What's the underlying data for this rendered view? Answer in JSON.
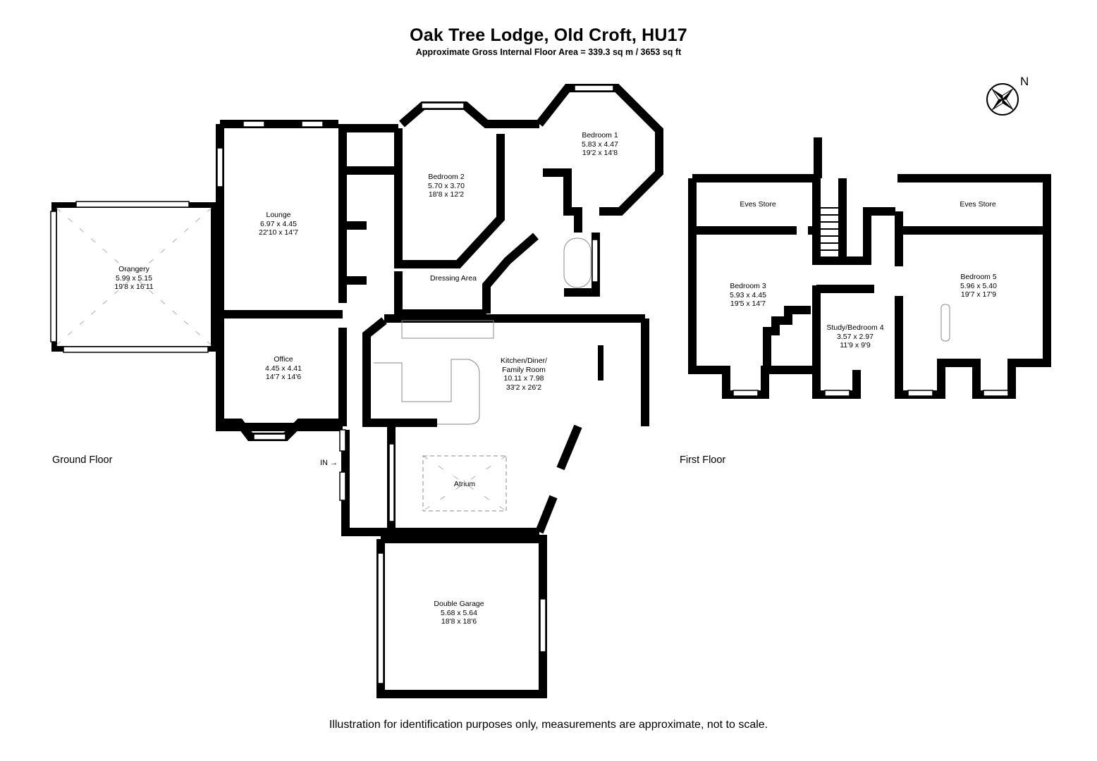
{
  "header": {
    "title": "Oak Tree Lodge, Old Croft, HU17",
    "subtitle": "Approximate Gross Internal Floor Area = 339.3 sq m / 3653 sq ft"
  },
  "compass": {
    "icon": "compass-rose-icon",
    "label": "N"
  },
  "floors": [
    {
      "name": "Ground Floor",
      "rooms": [
        {
          "name": "Orangery",
          "metric": "5.99 x 5.15",
          "imperial": "19'8 x 16'11"
        },
        {
          "name": "Lounge",
          "metric": "6.97 x 4.45",
          "imperial": "22'10 x 14'7"
        },
        {
          "name": "Bedroom 2",
          "metric": "5.70 x 3.70",
          "imperial": "18'8 x 12'2"
        },
        {
          "name": "Bedroom 1",
          "metric": "5.83 x 4.47",
          "imperial": "19'2 x 14'8"
        },
        {
          "name": "Dressing Area",
          "metric": "",
          "imperial": ""
        },
        {
          "name": "Office",
          "metric": "4.45 x 4.41",
          "imperial": "14'7 x 14'6"
        },
        {
          "name": "Kitchen/Diner/",
          "name2": "Family Room",
          "metric": "10.11 x 7.98",
          "imperial": "33'2 x 26'2"
        },
        {
          "name": "Atrium",
          "metric": "",
          "imperial": ""
        },
        {
          "name": "Double Garage",
          "metric": "5.68 x 5.64",
          "imperial": "18'8 x 18'6"
        }
      ],
      "entrance_label": "IN"
    },
    {
      "name": "First Floor",
      "rooms": [
        {
          "name": "Eves Store",
          "metric": "",
          "imperial": ""
        },
        {
          "name": "Eves Store",
          "metric": "",
          "imperial": ""
        },
        {
          "name": "Bedroom 3",
          "metric": "5.93 x 4.45",
          "imperial": "19'5 x 14'7"
        },
        {
          "name": "Study/Bedroom 4",
          "metric": "3.57 x 2.97",
          "imperial": "11'9 x 9'9"
        },
        {
          "name": "Bedroom 5",
          "metric": "5.96 x 5.40",
          "imperial": "19'7 x 17'9"
        }
      ]
    }
  ],
  "footer": {
    "disclaimer": "Illustration for identification purposes only, measurements are approximate, not to scale."
  },
  "colors": {
    "wall": "#000000",
    "background": "#ffffff",
    "fixture": "#888888"
  }
}
